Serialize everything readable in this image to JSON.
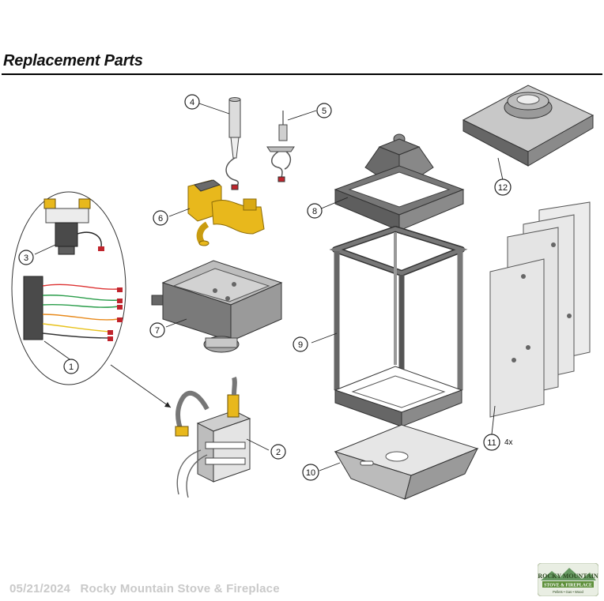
{
  "page": {
    "heading": "Replacement Parts",
    "footer_date": "05/21/2024",
    "footer_company": "Rocky Mountain Stove & Fireplace"
  },
  "logo": {
    "line1": "ROCKY MOUNTAIN",
    "line2": "STOVE & FIREPLACE",
    "tagline": "Pellets • Gas • Wood"
  },
  "callouts": [
    "1",
    "2",
    "3",
    "4",
    "5",
    "6",
    "7",
    "8",
    "9",
    "10",
    "11",
    "12"
  ],
  "quantity_note": "4x",
  "colors": {
    "brass": "#e8b81c",
    "metal_dark": "#5c5c5c",
    "metal_mid": "#8c8c8c",
    "metal_light": "#d6d6d6",
    "glass": "#e8e8e8"
  }
}
